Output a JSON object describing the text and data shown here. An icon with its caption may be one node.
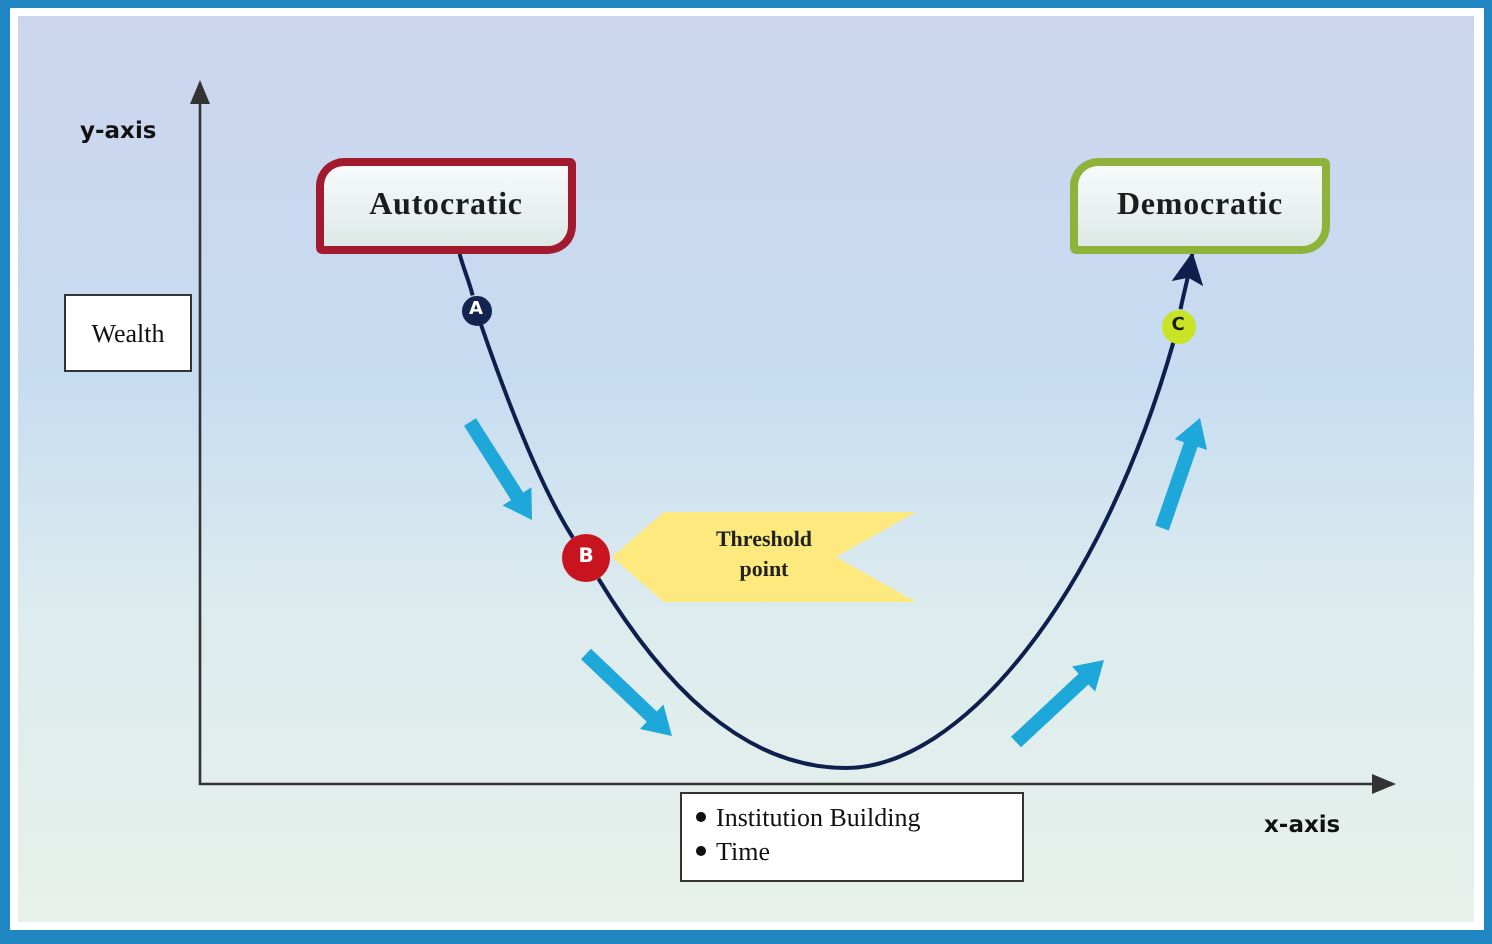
{
  "diagram": {
    "nodes": [
      {
        "text": [
          "Autocratic"
        ]
      },
      {
        "text": [
          "Democratic"
        ]
      },
      {
        "text": [
          "Wealth"
        ]
      },
      {
        "text": [
          "A"
        ]
      },
      {
        "text": [
          "B"
        ]
      },
      {
        "text": [
          "C"
        ]
      },
      {
        "text": [
          "Threshold point"
        ]
      },
      {
        "text": [
          "Institution Building",
          "Time"
        ]
      }
    ],
    "edges": [
      {
        "from": 0,
        "to": 3,
        "arrow": "none"
      },
      {
        "from": 3,
        "to": 4,
        "arrow": "none"
      },
      {
        "from": 4,
        "to": 5,
        "arrow": "none"
      },
      {
        "from": 5,
        "to": 1,
        "arrow": "to"
      }
    ],
    "labels": [
      "y-axis",
      "x-axis"
    ]
  }
}
